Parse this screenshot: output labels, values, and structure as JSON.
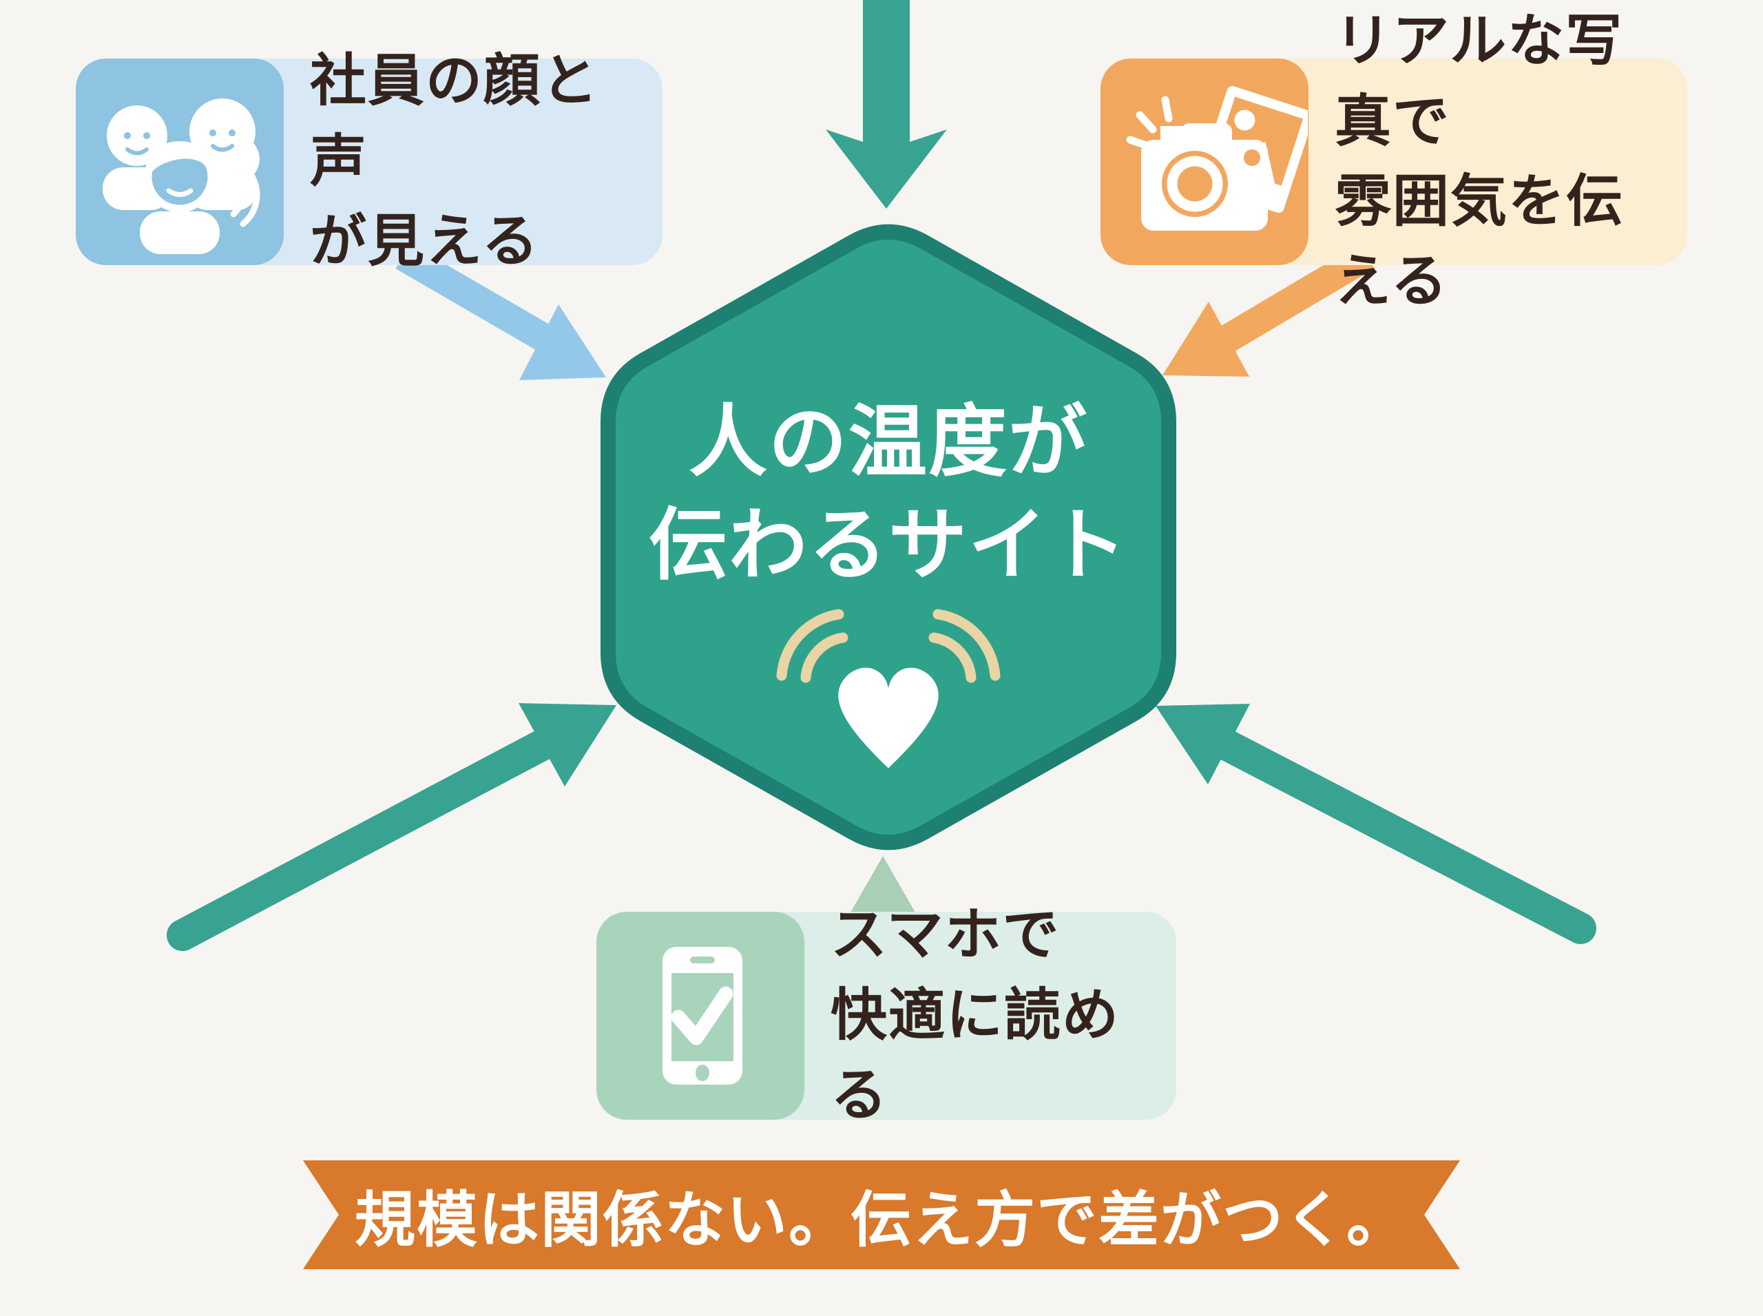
{
  "page": {
    "background_color": "#f7f5f1",
    "text_color": "#33231c"
  },
  "center_hexagon": {
    "title_line1": "人の温度が",
    "title_line2": "伝わるサイト",
    "fill_color": "#2fa28c",
    "border_color": "#1d8070",
    "heart_icon": "heart-with-sound-waves",
    "heart_color": "#ffffff",
    "wave_color": "#e9d4a5"
  },
  "cards": {
    "employees": {
      "line1": "社員の顔と声",
      "line2": "が見える",
      "icon": "people-icon",
      "panel_color": "#8ec3e1",
      "body_color": "#d8e9f5"
    },
    "photos": {
      "line1": "リアルな写真で",
      "line2": "雰囲気を伝える",
      "icon": "camera-icon",
      "panel_color": "#f2a75f",
      "body_color": "#fbeed2"
    },
    "smartphone": {
      "line1": "スマホで",
      "line2": "快適に読める",
      "icon": "smartphone-check-icon",
      "panel_color": "#a9d4bc",
      "body_color": "#dceee7"
    }
  },
  "banner": {
    "text": "規模は関係ない。伝え方で差がつく。",
    "background_color": "#d8792b",
    "text_color": "#ffffff"
  },
  "arrows": {
    "top_color": "#38a390",
    "bottom_left_color": "#38a390",
    "bottom_right_color": "#38a390",
    "from_employees_color": "#94c8e8",
    "from_photos_color": "#f2a95f",
    "from_smartphone_color": "#a9cfb6"
  }
}
